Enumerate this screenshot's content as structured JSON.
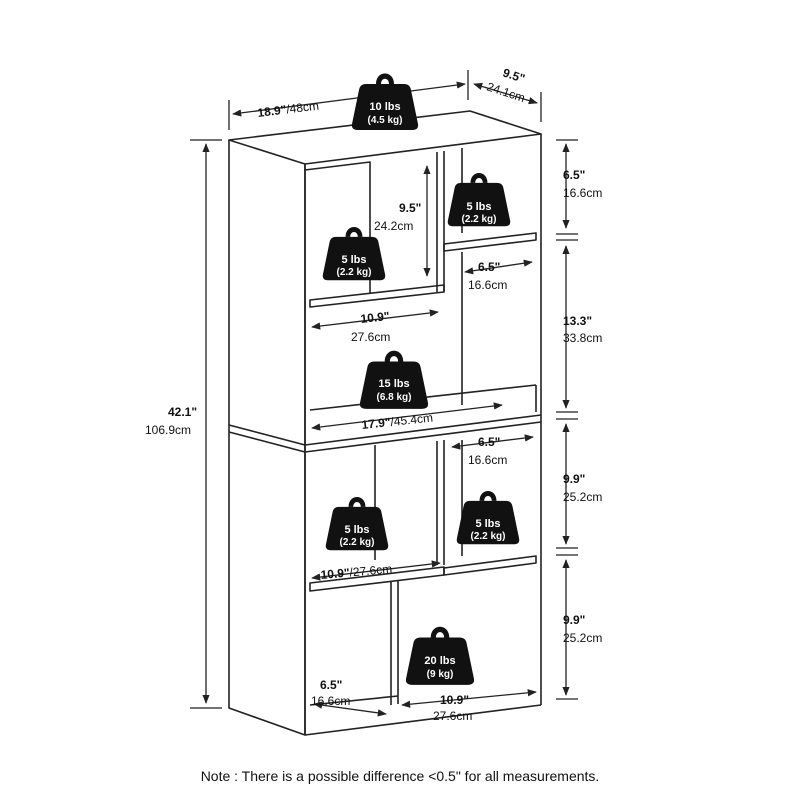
{
  "colors": {
    "line": "#222222",
    "weight_fill": "#111111",
    "weight_text": "#ffffff"
  },
  "icon": "weight-icon",
  "overall": {
    "width_in": "18.9\"",
    "width_cm": "/48cm",
    "depth_in": "9.5\"",
    "depth_cm": "24.1cm",
    "height_in": "42.1\"",
    "height_cm": "106.9cm"
  },
  "shelf_dims": {
    "upper_left_height_in": "9.5\"",
    "upper_left_height_cm": "24.2cm",
    "upper_left_width_in": "10.9\"",
    "upper_left_width_cm": "27.6cm",
    "upper_right_width_in": "6.5\"",
    "upper_right_width_cm": "16.6cm",
    "middle_width_in": "17.9\"",
    "middle_width_cm": "/45.4cm",
    "lower_right_width_in": "6.5\"",
    "lower_right_width_cm": "16.6cm",
    "lower_left_width_in": "10.9\"",
    "lower_left_width_cm": "/27.6cm",
    "bottom_left_width_in": "6.5\"",
    "bottom_left_width_cm": "16.6cm",
    "bottom_right_width_in": "10.9\"",
    "bottom_right_width_cm": "27.6cm"
  },
  "right_heights": [
    {
      "in": "6.5\"",
      "cm": "16.6cm"
    },
    {
      "in": "13.3\"",
      "cm": "33.8cm"
    },
    {
      "in": "9.9\"",
      "cm": "25.2cm"
    },
    {
      "in": "9.9\"",
      "cm": "25.2cm"
    }
  ],
  "weights": {
    "top": {
      "lbs": "10 lbs",
      "kg": "(4.5 kg)"
    },
    "upper_right": {
      "lbs": "5 lbs",
      "kg": "(2.2 kg)"
    },
    "upper_left": {
      "lbs": "5 lbs",
      "kg": "(2.2 kg)"
    },
    "middle": {
      "lbs": "15 lbs",
      "kg": "(6.8 kg)"
    },
    "lower_left": {
      "lbs": "5 lbs",
      "kg": "(2.2 kg)"
    },
    "lower_right": {
      "lbs": "5 lbs",
      "kg": "(2.2 kg)"
    },
    "bottom": {
      "lbs": "20 lbs",
      "kg": "(9 kg)"
    }
  },
  "note": "Note : There is a possible difference <0.5\" for all measurements."
}
